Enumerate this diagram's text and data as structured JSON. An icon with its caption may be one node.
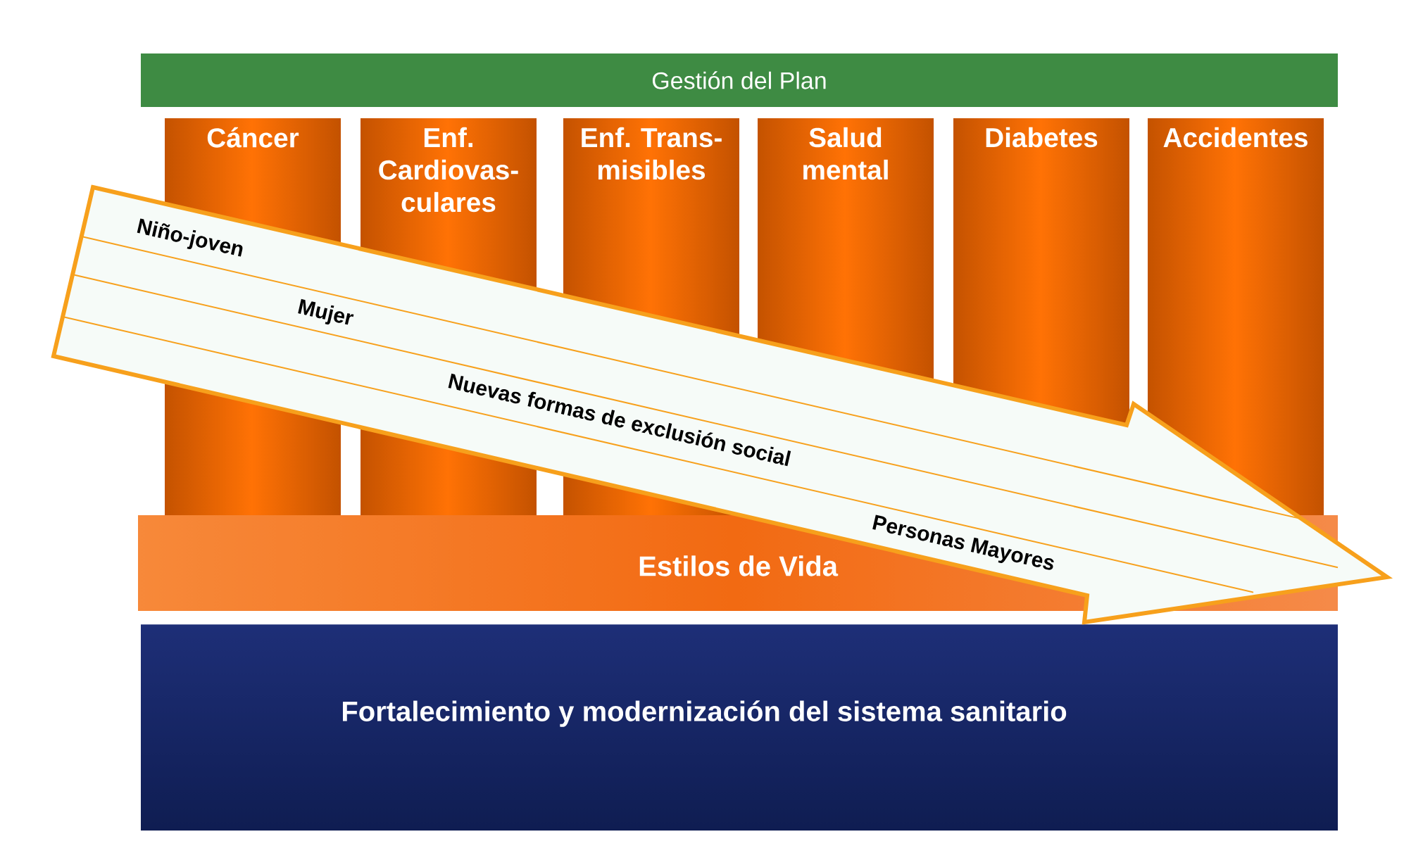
{
  "diagram": {
    "nodes": [
      {
        "text": [
          "Gestión del Plan"
        ]
      },
      {
        "text": [
          "Cáncer"
        ]
      },
      {
        "text": [
          "Enf. Cardiovas- culares"
        ]
      },
      {
        "text": [
          "Enf. Trans- misibles"
        ]
      },
      {
        "text": [
          "Salud mental"
        ]
      },
      {
        "text": [
          "Diabetes"
        ]
      },
      {
        "text": [
          "Accidentes"
        ]
      },
      {
        "text": [
          "Niño-joven",
          "Mujer",
          "Nuevas formas de exclusión social",
          "Personas Mayores"
        ]
      },
      {
        "text": [
          "Estilos de Vida"
        ]
      },
      {
        "text": [
          "Fortalecimiento y modernización del sistema sanitario"
        ]
      }
    ]
  }
}
